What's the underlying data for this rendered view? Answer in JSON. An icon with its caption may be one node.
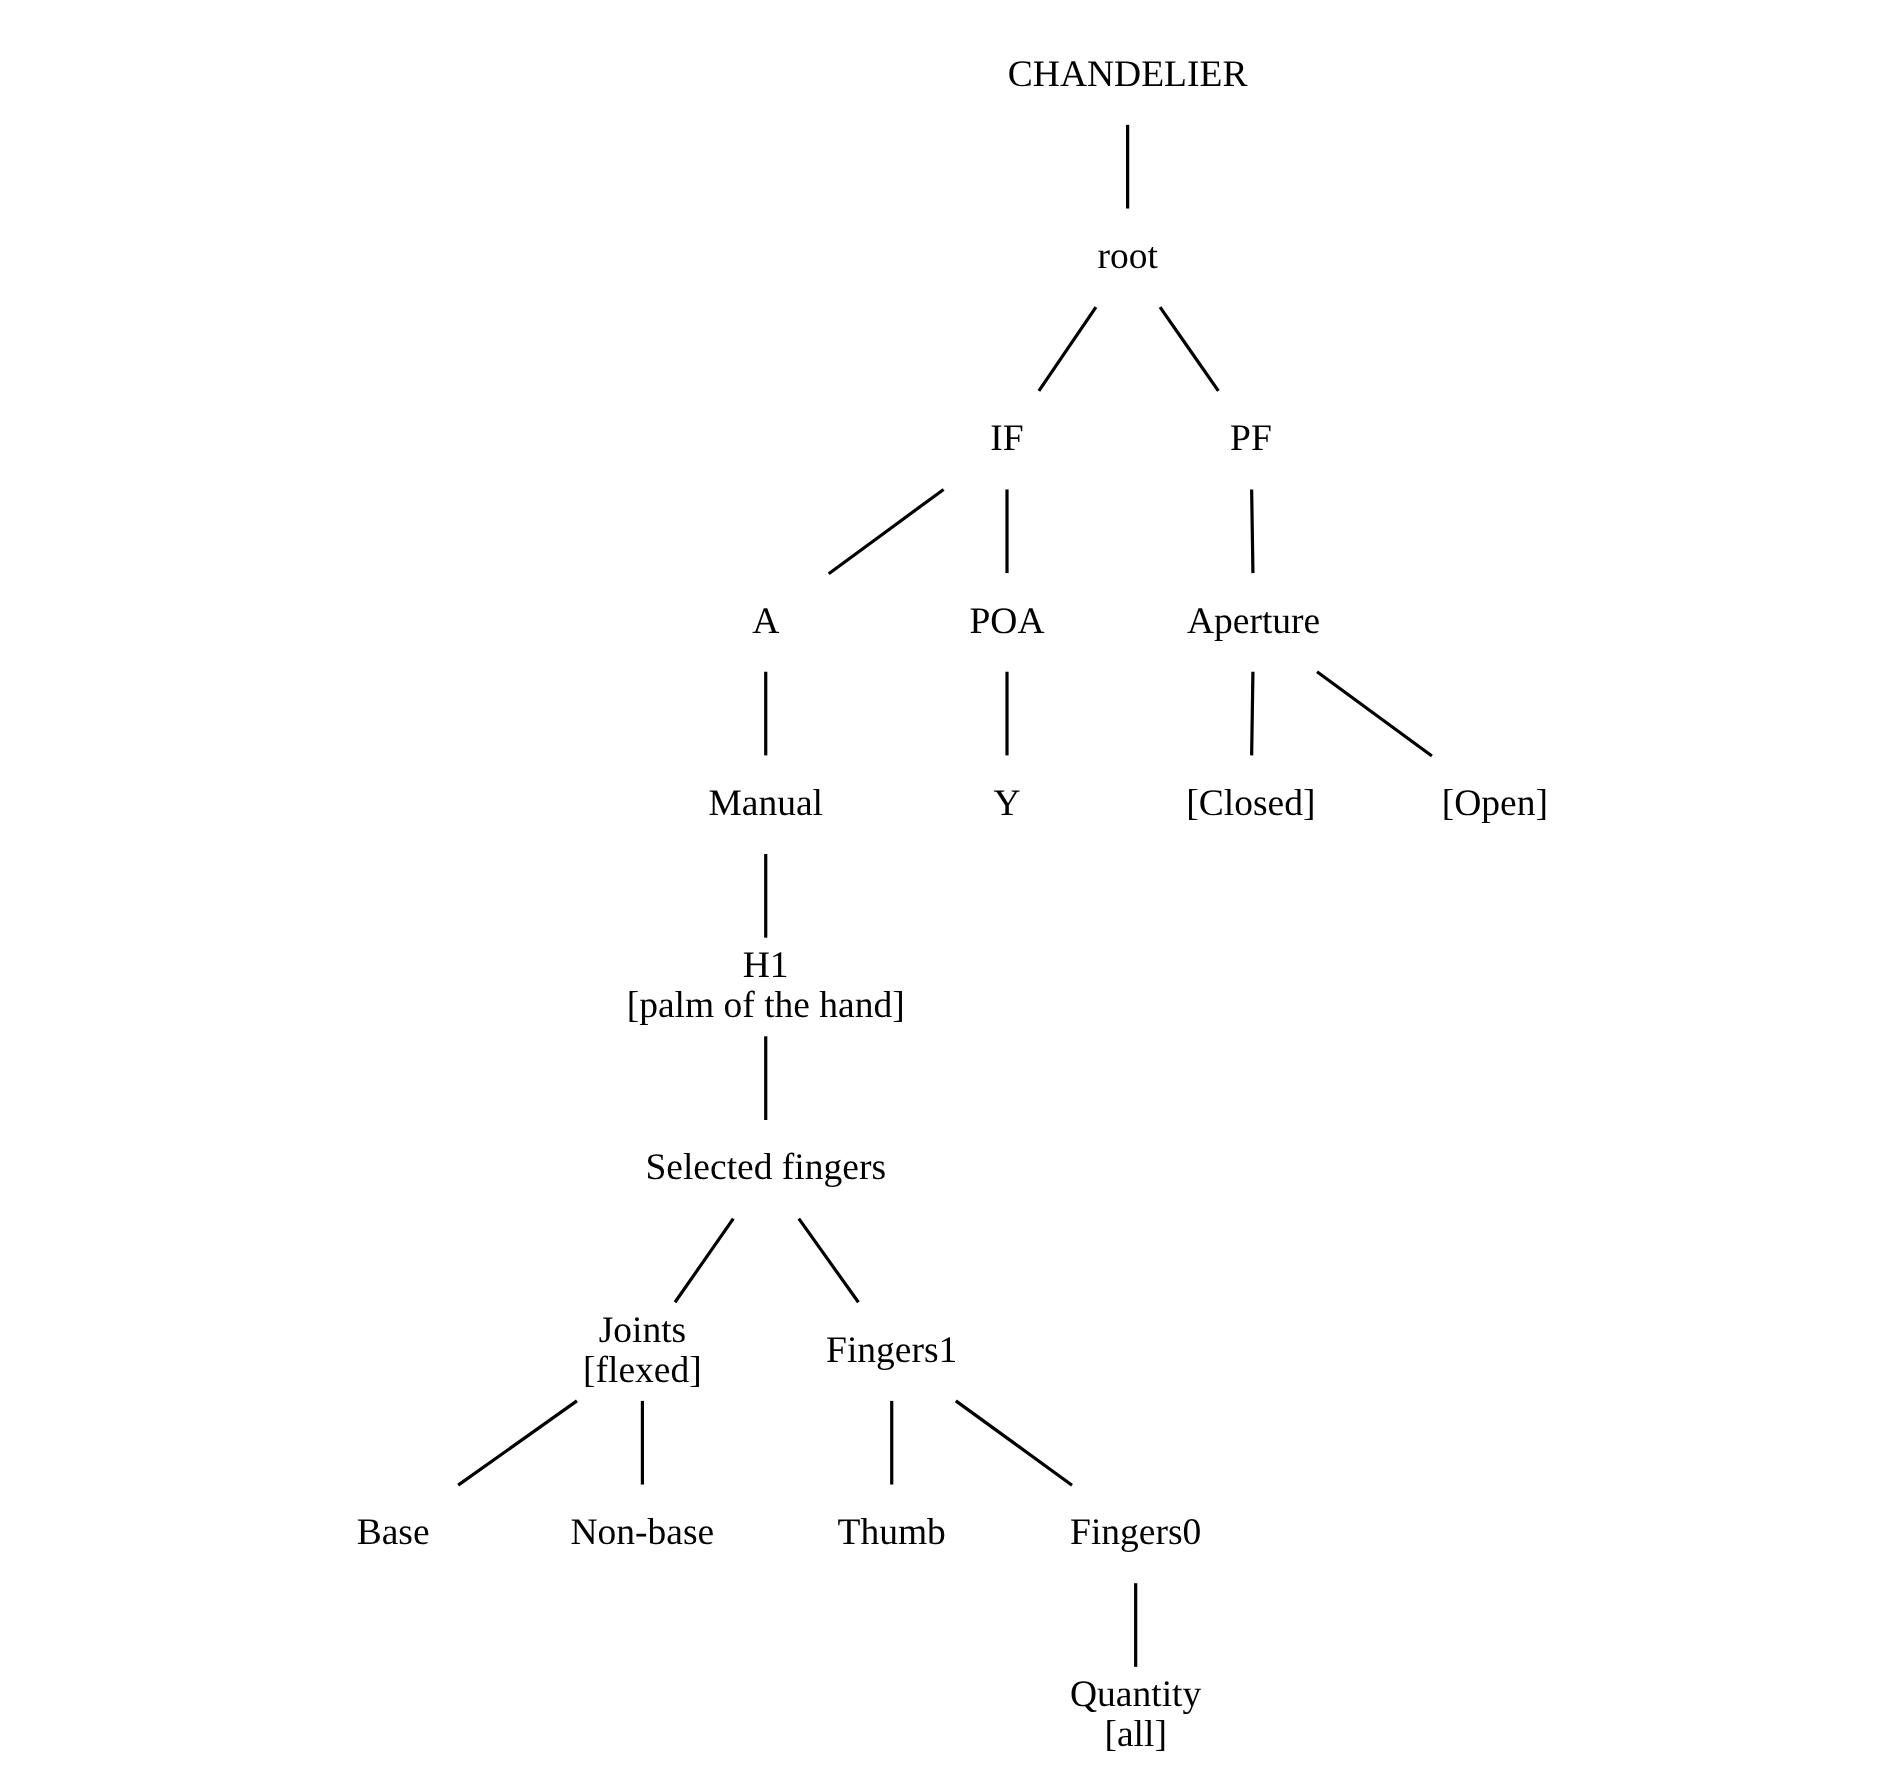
{
  "diagram": {
    "nodes": [
      {
        "text": [
          "CHANDELIER"
        ]
      },
      {
        "text": [
          "root"
        ]
      },
      {
        "text": [
          "IF"
        ]
      },
      {
        "text": [
          "PF"
        ]
      },
      {
        "text": [
          "A"
        ]
      },
      {
        "text": [
          "POA"
        ]
      },
      {
        "text": [
          "Aperture"
        ]
      },
      {
        "text": [
          "Manual"
        ]
      },
      {
        "text": [
          "[Closed]"
        ]
      },
      {
        "text": [
          "[Open]"
        ]
      },
      {
        "text": [
          "H1",
          "[palm of the hand]"
        ]
      },
      {
        "text": [
          "Y"
        ]
      },
      {
        "text": [
          "Selected fingers"
        ]
      },
      {
        "text": [
          "Joints",
          "[flexed]"
        ]
      },
      {
        "text": [
          "Fingers1"
        ]
      },
      {
        "text": [
          "Thumb"
        ]
      },
      {
        "text": [
          "Fingers0"
        ]
      },
      {
        "text": [
          "Base"
        ]
      },
      {
        "text": [
          "Non-base"
        ]
      },
      {
        "text": [
          "Quantity",
          "[all]"
        ]
      }
    ],
    "edges": [
      {
        "from": 0,
        "to": 1,
        "arrow": "none"
      },
      {
        "from": 1,
        "to": 2,
        "arrow": "none"
      },
      {
        "from": 1,
        "to": 3,
        "arrow": "none"
      },
      {
        "from": 2,
        "to": 4,
        "arrow": "none"
      },
      {
        "from": 2,
        "to": 5,
        "arrow": "none"
      },
      {
        "from": 3,
        "to": 6,
        "arrow": "none"
      },
      {
        "from": 4,
        "to": 7,
        "arrow": "none"
      },
      {
        "from": 6,
        "to": 8,
        "arrow": "none"
      },
      {
        "from": 6,
        "to": 9,
        "arrow": "none"
      },
      {
        "from": 7,
        "to": 10,
        "arrow": "none"
      },
      {
        "from": 5,
        "to": 11,
        "arrow": "none"
      },
      {
        "from": 10,
        "to": 12,
        "arrow": "none"
      },
      {
        "from": 12,
        "to": 13,
        "arrow": "none"
      },
      {
        "from": 12,
        "to": 14,
        "arrow": "none"
      },
      {
        "from": 14,
        "to": 15,
        "arrow": "none"
      },
      {
        "from": 14,
        "to": 16,
        "arrow": "none"
      },
      {
        "from": 13,
        "to": 17,
        "arrow": "none"
      },
      {
        "from": 13,
        "to": 18,
        "arrow": "none"
      },
      {
        "from": 16,
        "to": 19,
        "arrow": "none"
      }
    ]
  }
}
